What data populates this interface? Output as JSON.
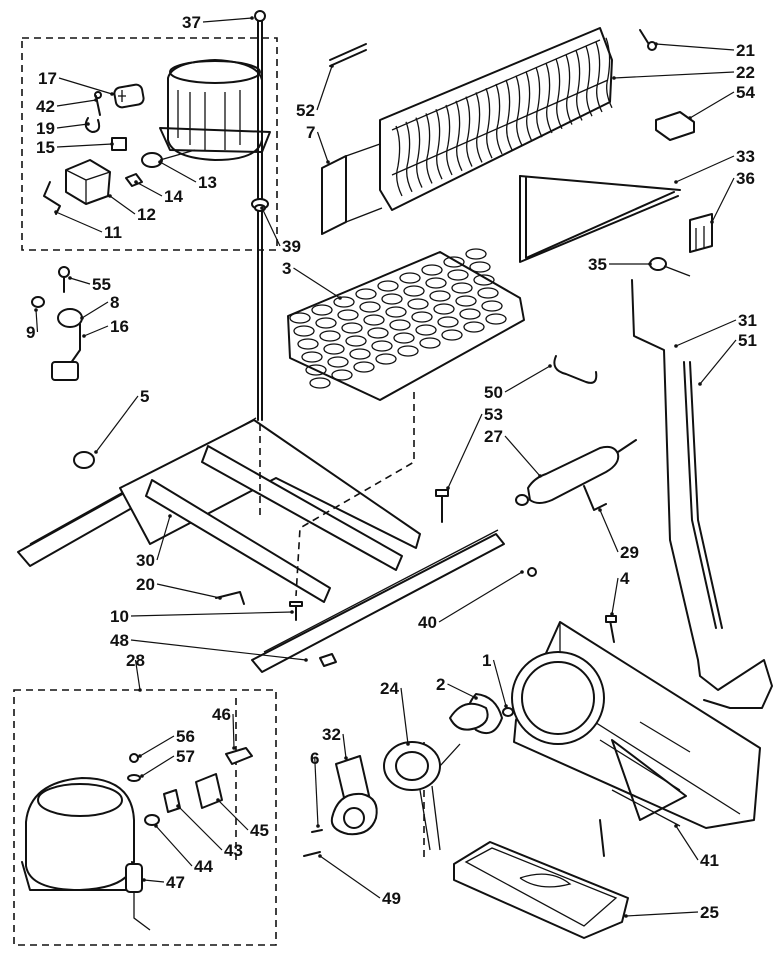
{
  "diagram": {
    "callouts": [
      "37",
      "17",
      "42",
      "19",
      "15",
      "13",
      "14",
      "12",
      "11",
      "52",
      "7",
      "21",
      "22",
      "54",
      "33",
      "36",
      "39",
      "3",
      "35",
      "55",
      "8",
      "16",
      "9",
      "5",
      "50",
      "53",
      "27",
      "31",
      "51",
      "30",
      "20",
      "10",
      "48",
      "40",
      "29",
      "4",
      "28",
      "46",
      "56",
      "57",
      "45",
      "43",
      "44",
      "47",
      "1",
      "2",
      "24",
      "32",
      "6",
      "49",
      "41",
      "25"
    ],
    "group_boxes": [
      "upper-left-compressor-group",
      "lower-left-compressor-group"
    ]
  }
}
